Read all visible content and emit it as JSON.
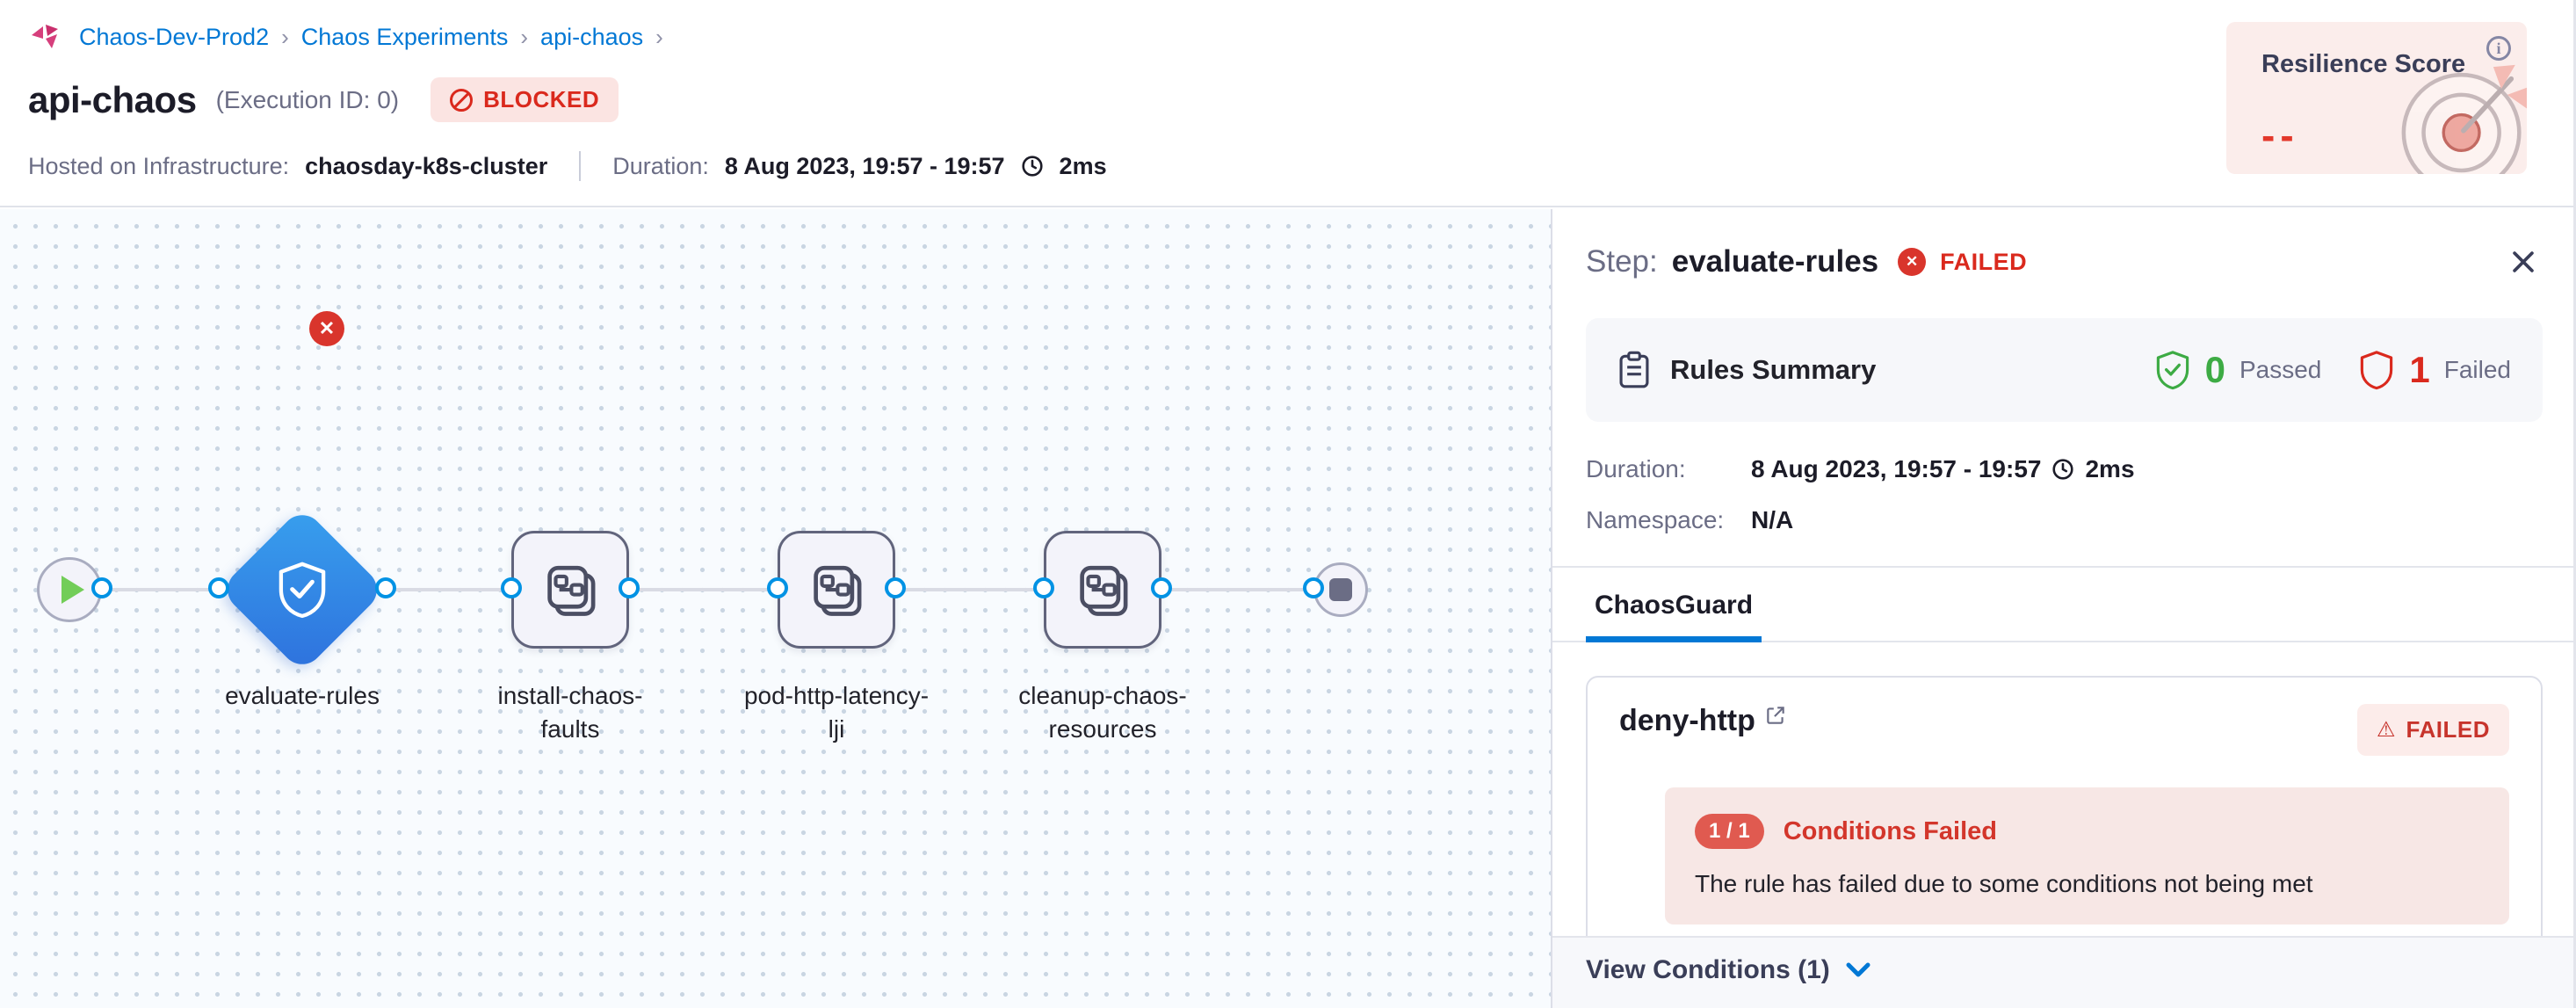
{
  "breadcrumb": {
    "separator": "›",
    "items": [
      {
        "label": "Chaos-Dev-Prod2"
      },
      {
        "label": "Chaos Experiments"
      },
      {
        "label": "api-chaos"
      }
    ]
  },
  "header": {
    "title": "api-chaos",
    "execution_id": "(Execution ID: 0)",
    "status_badge": "BLOCKED",
    "infra_label": "Hosted on Infrastructure:",
    "infra_value": "chaosday-k8s-cluster",
    "duration_label": "Duration:",
    "duration_value": "8 Aug 2023, 19:57 - 19:57",
    "duration_ms": "2ms"
  },
  "resilience_card": {
    "title": "Resilience Score",
    "value": "--"
  },
  "pipeline": {
    "node1_label": "evaluate-rules",
    "node2_label_l1": "install-chaos-",
    "node2_label_l2": "faults",
    "node3_label_l1": "pod-http-latency-",
    "node3_label_l2": "lji",
    "node4_label_l1": "cleanup-chaos-",
    "node4_label_l2": "resources"
  },
  "panel": {
    "step_label": "Step:",
    "step_name": "evaluate-rules",
    "step_status": "FAILED",
    "close_glyph": "✕",
    "rules_summary": {
      "title": "Rules Summary",
      "passed_count": "0",
      "passed_label": "Passed",
      "failed_count": "1",
      "failed_label": "Failed"
    },
    "duration_label": "Duration:",
    "duration_value": "8 Aug 2023, 19:57 - 19:57",
    "duration_ms": "2ms",
    "namespace_label": "Namespace:",
    "namespace_value": "N/A",
    "tab_label": "ChaosGuard",
    "rule_card": {
      "name": "deny-http",
      "status": "FAILED",
      "warn_glyph": "⚠",
      "conditions_ratio": "1 / 1",
      "conditions_title": "Conditions Failed",
      "conditions_message": "The rule has failed due to some conditions not being met"
    },
    "view_conditions": "View Conditions (1)"
  },
  "icons": {
    "chaos-logo-icon": "pink pinwheel shards",
    "blocked-icon": "no-entry circle",
    "clock-icon": "clock outline",
    "info-icon": "circled i",
    "target-icon": "bullseye with dart",
    "play-icon": "green triangle",
    "stop-icon": "rounded square",
    "shield-check-icon": "shield with checkmark",
    "fault-step-icon": "stacked card with flow squares",
    "failed-x-icon": "red circle white x",
    "clipboard-icon": "clipboard outline",
    "external-link-icon": "box with arrow",
    "chevron-down-icon": "blue chevron"
  },
  "colors": {
    "accent_blue": "#0278d5",
    "error_red": "#da291d",
    "success_green": "#3dab44",
    "diamond_blue": "#3088e4",
    "canvas_bg": "#f8fbfe",
    "blocked_badge_bg": "#fbe4e2",
    "resilience_card_bg": "#fbedeb",
    "alert_bg": "#f7e7e5"
  }
}
